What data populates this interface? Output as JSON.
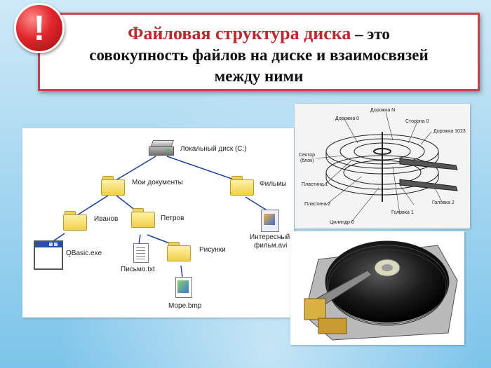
{
  "title": {
    "highlight": "Файловая структура диска",
    "rest_line1": " – это",
    "line2": "совокупность файлов на диске и взаимосвязей",
    "line3": "между ними"
  },
  "alert_mark": "!",
  "tree": {
    "root": "Локальный диск (C:)",
    "my_docs": "Мои документы",
    "movies": "Фильмы",
    "ivanov": "Иванов",
    "petrov": "Петров",
    "qbasic": "QBasic.exe",
    "letter": "Письмо.txt",
    "pictures": "Рисунки",
    "sea": "Море.bmp",
    "movie_line1": "Интересный",
    "movie_line2": "фильм.avi"
  },
  "disk_diagram": {
    "track_n": "Дорожка N",
    "track_0": "Дорожка 0",
    "side_0": "Сторона 0",
    "track_1023": "Дорожка 1023",
    "sector_line1": "Сектор",
    "sector_line2": "(блок)",
    "platter_1": "Пластина 1",
    "platter_2": "Пластина 2",
    "head_2": "Головка 2",
    "head_1": "Головка 1",
    "cylinder_0": "Цилиндр 0"
  },
  "colors": {
    "title_accent": "#c0262e",
    "border": "#c0444c",
    "background_top": "#cfe9f7",
    "background_bottom": "#7cc4ea"
  }
}
